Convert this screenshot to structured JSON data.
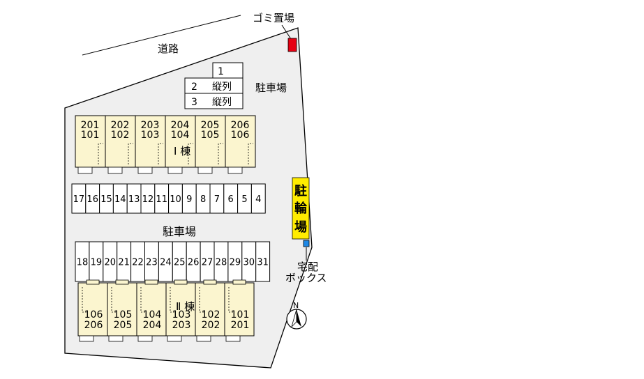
{
  "labels": {
    "road": "道路",
    "garbage": "ゴミ置場",
    "parking_top": "駐車場",
    "parking_center": "駐車場",
    "bicycle": [
      "駐",
      "輪",
      "場"
    ],
    "delivery_box": [
      "宅配",
      "ボックス"
    ],
    "north": "N"
  },
  "reserved_spaces": [
    {
      "num": "1",
      "note": ""
    },
    {
      "num": "2",
      "note": "縦列"
    },
    {
      "num": "3",
      "note": "縦列"
    }
  ],
  "building1": {
    "name": "Ⅰ 棟",
    "units": [
      {
        "upper": "201",
        "lower": "101"
      },
      {
        "upper": "202",
        "lower": "102"
      },
      {
        "upper": "203",
        "lower": "103"
      },
      {
        "upper": "204",
        "lower": "104"
      },
      {
        "upper": "205",
        "lower": "105"
      },
      {
        "upper": "206",
        "lower": "106"
      }
    ]
  },
  "parking_row1": [
    "17",
    "16",
    "15",
    "14",
    "13",
    "12",
    "11",
    "10",
    "9",
    "8",
    "7",
    "6",
    "5",
    "4"
  ],
  "parking_row2": [
    "18",
    "19",
    "20",
    "21",
    "22",
    "23",
    "24",
    "25",
    "26",
    "27",
    "28",
    "29",
    "30",
    "31"
  ],
  "building2": {
    "name": "Ⅱ 棟",
    "units": [
      {
        "upper": "106",
        "lower": "206"
      },
      {
        "upper": "105",
        "lower": "205"
      },
      {
        "upper": "104",
        "lower": "204"
      },
      {
        "upper": "103",
        "lower": "203"
      },
      {
        "upper": "102",
        "lower": "202"
      },
      {
        "upper": "101",
        "lower": "201"
      }
    ]
  },
  "colors": {
    "building_fill": "#fbf5cf",
    "lot_fill": "#efefef",
    "bicycle_fill": "#ffec00",
    "garbage_fill": "#e60012",
    "delivery_fill": "#1e88e5"
  }
}
